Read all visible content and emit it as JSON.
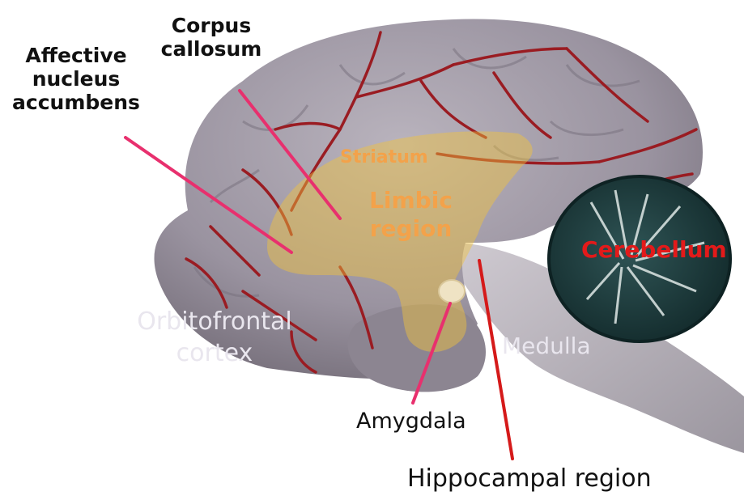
{
  "labels": {
    "affective": [
      "Affective",
      "nucleus",
      "accumbens"
    ],
    "corpus": [
      "Corpus",
      "callosum"
    ],
    "striatum": "Striatum",
    "limbic": [
      "Limbic",
      "region"
    ],
    "cerebellum": "Cerebellum",
    "orbitofrontal": [
      "Orbitofrontal",
      "cortex"
    ],
    "medulla": "Medulla",
    "amygdala": "Amygdala",
    "hippocampal": "Hippocampal region"
  },
  "colors": {
    "brain": "#8f8895",
    "brain_light": "#b4aeb8",
    "vessel": "#9a1c22",
    "limbic_overlay": "#f2c33c",
    "cerebellum": "#1d3a3b",
    "stem": "#b5b0b8",
    "pointer_pink": "#e8306e",
    "pointer_red": "#d51a1a",
    "cerebellum_text": "#e31a1a",
    "orange_text": "#f3a24a"
  }
}
